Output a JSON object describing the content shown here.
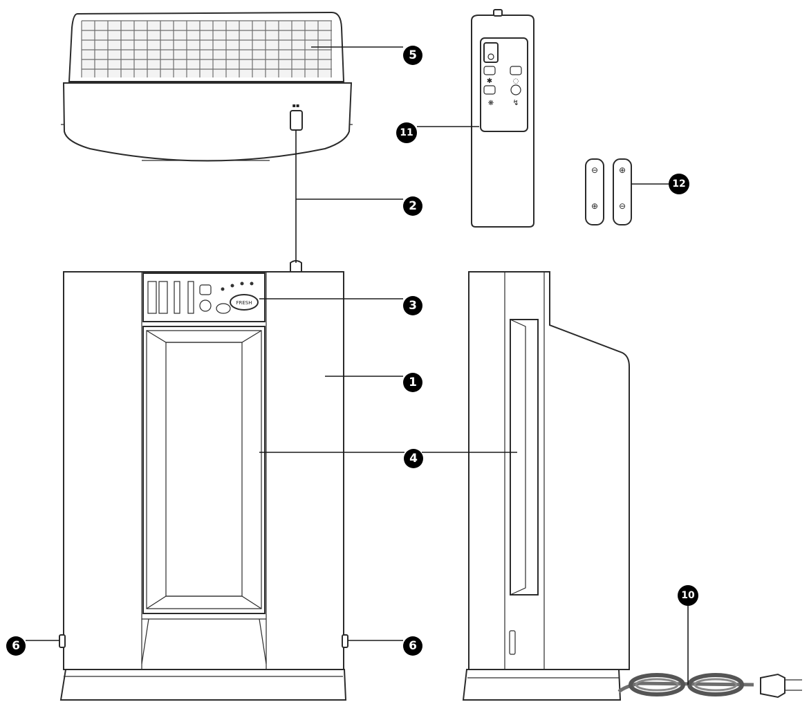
{
  "callouts": [
    {
      "id": "c1",
      "label": "1"
    },
    {
      "id": "c2",
      "label": "2"
    },
    {
      "id": "c3",
      "label": "3"
    },
    {
      "id": "c4",
      "label": "4"
    },
    {
      "id": "c5",
      "label": "5"
    },
    {
      "id": "c6a",
      "label": "6"
    },
    {
      "id": "c6b",
      "label": "6"
    },
    {
      "id": "c10",
      "label": "10"
    },
    {
      "id": "c11",
      "label": "11"
    },
    {
      "id": "c12",
      "label": "12"
    }
  ],
  "panel_fresh_label": "FRESH",
  "icons": {
    "main_unit": "air-purifier-front-view",
    "side_unit": "air-purifier-side-view",
    "top_unit": "top-filter-cover",
    "remote": "remote-control",
    "batteries": "aa-batteries",
    "power_cord": "power-cord-plug"
  }
}
